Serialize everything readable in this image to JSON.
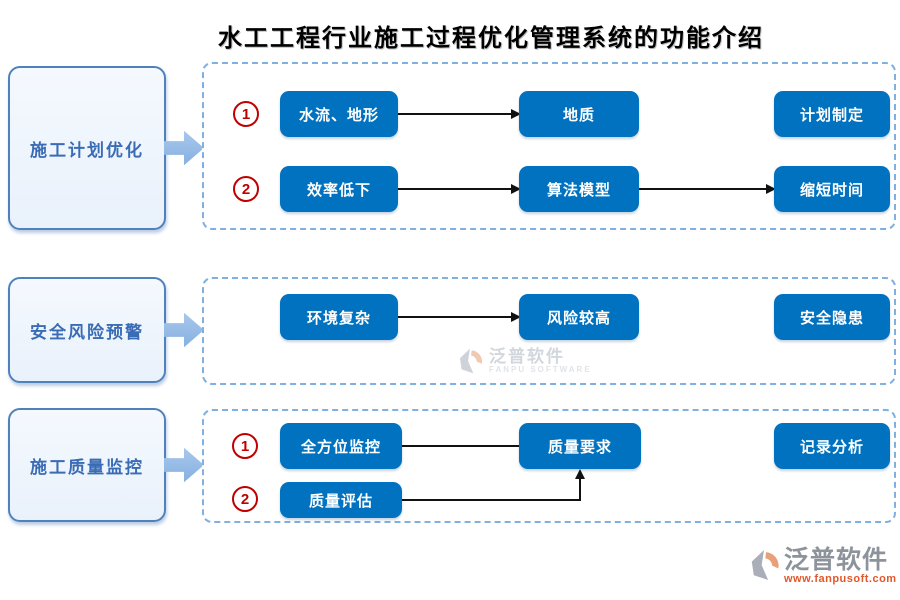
{
  "title": "水工工程行业施工过程优化管理系统的功能介绍",
  "rows": [
    {
      "side_label": "施工计划优化",
      "lines": [
        {
          "num": "1",
          "nodes": [
            "水流、地形",
            "地质",
            "计划制定"
          ]
        },
        {
          "num": "2",
          "nodes": [
            "效率低下",
            "算法模型",
            "缩短时间"
          ]
        }
      ]
    },
    {
      "side_label": "安全风险预警",
      "lines": [
        {
          "nodes": [
            "环境复杂",
            "风险较高",
            "安全隐患"
          ]
        }
      ]
    },
    {
      "side_label": "施工质量监控",
      "lines": [
        {
          "num": "1",
          "nodes": [
            "全方位监控",
            "质量要求",
            "记录分析"
          ]
        },
        {
          "num": "2",
          "nodes": [
            "质量评估"
          ]
        }
      ]
    }
  ],
  "watermark": {
    "brand": "泛普软件",
    "subtitle": "FANPU SOFTWARE"
  },
  "footer": {
    "brand": "泛普软件",
    "url": "www.fanpusoft.com"
  },
  "colors": {
    "node_blue": "#0072C0",
    "panel_dash": "#7FB0E0",
    "side_border": "#4F81BD",
    "side_fill": "#EDF3FB",
    "side_text": "#3A6CB5",
    "step_red": "#C00000",
    "flow_arrow": "#93BAE5",
    "connector": "#111111",
    "url_orange": "#E2572B",
    "watermark_gray": "#C3C9D2"
  }
}
